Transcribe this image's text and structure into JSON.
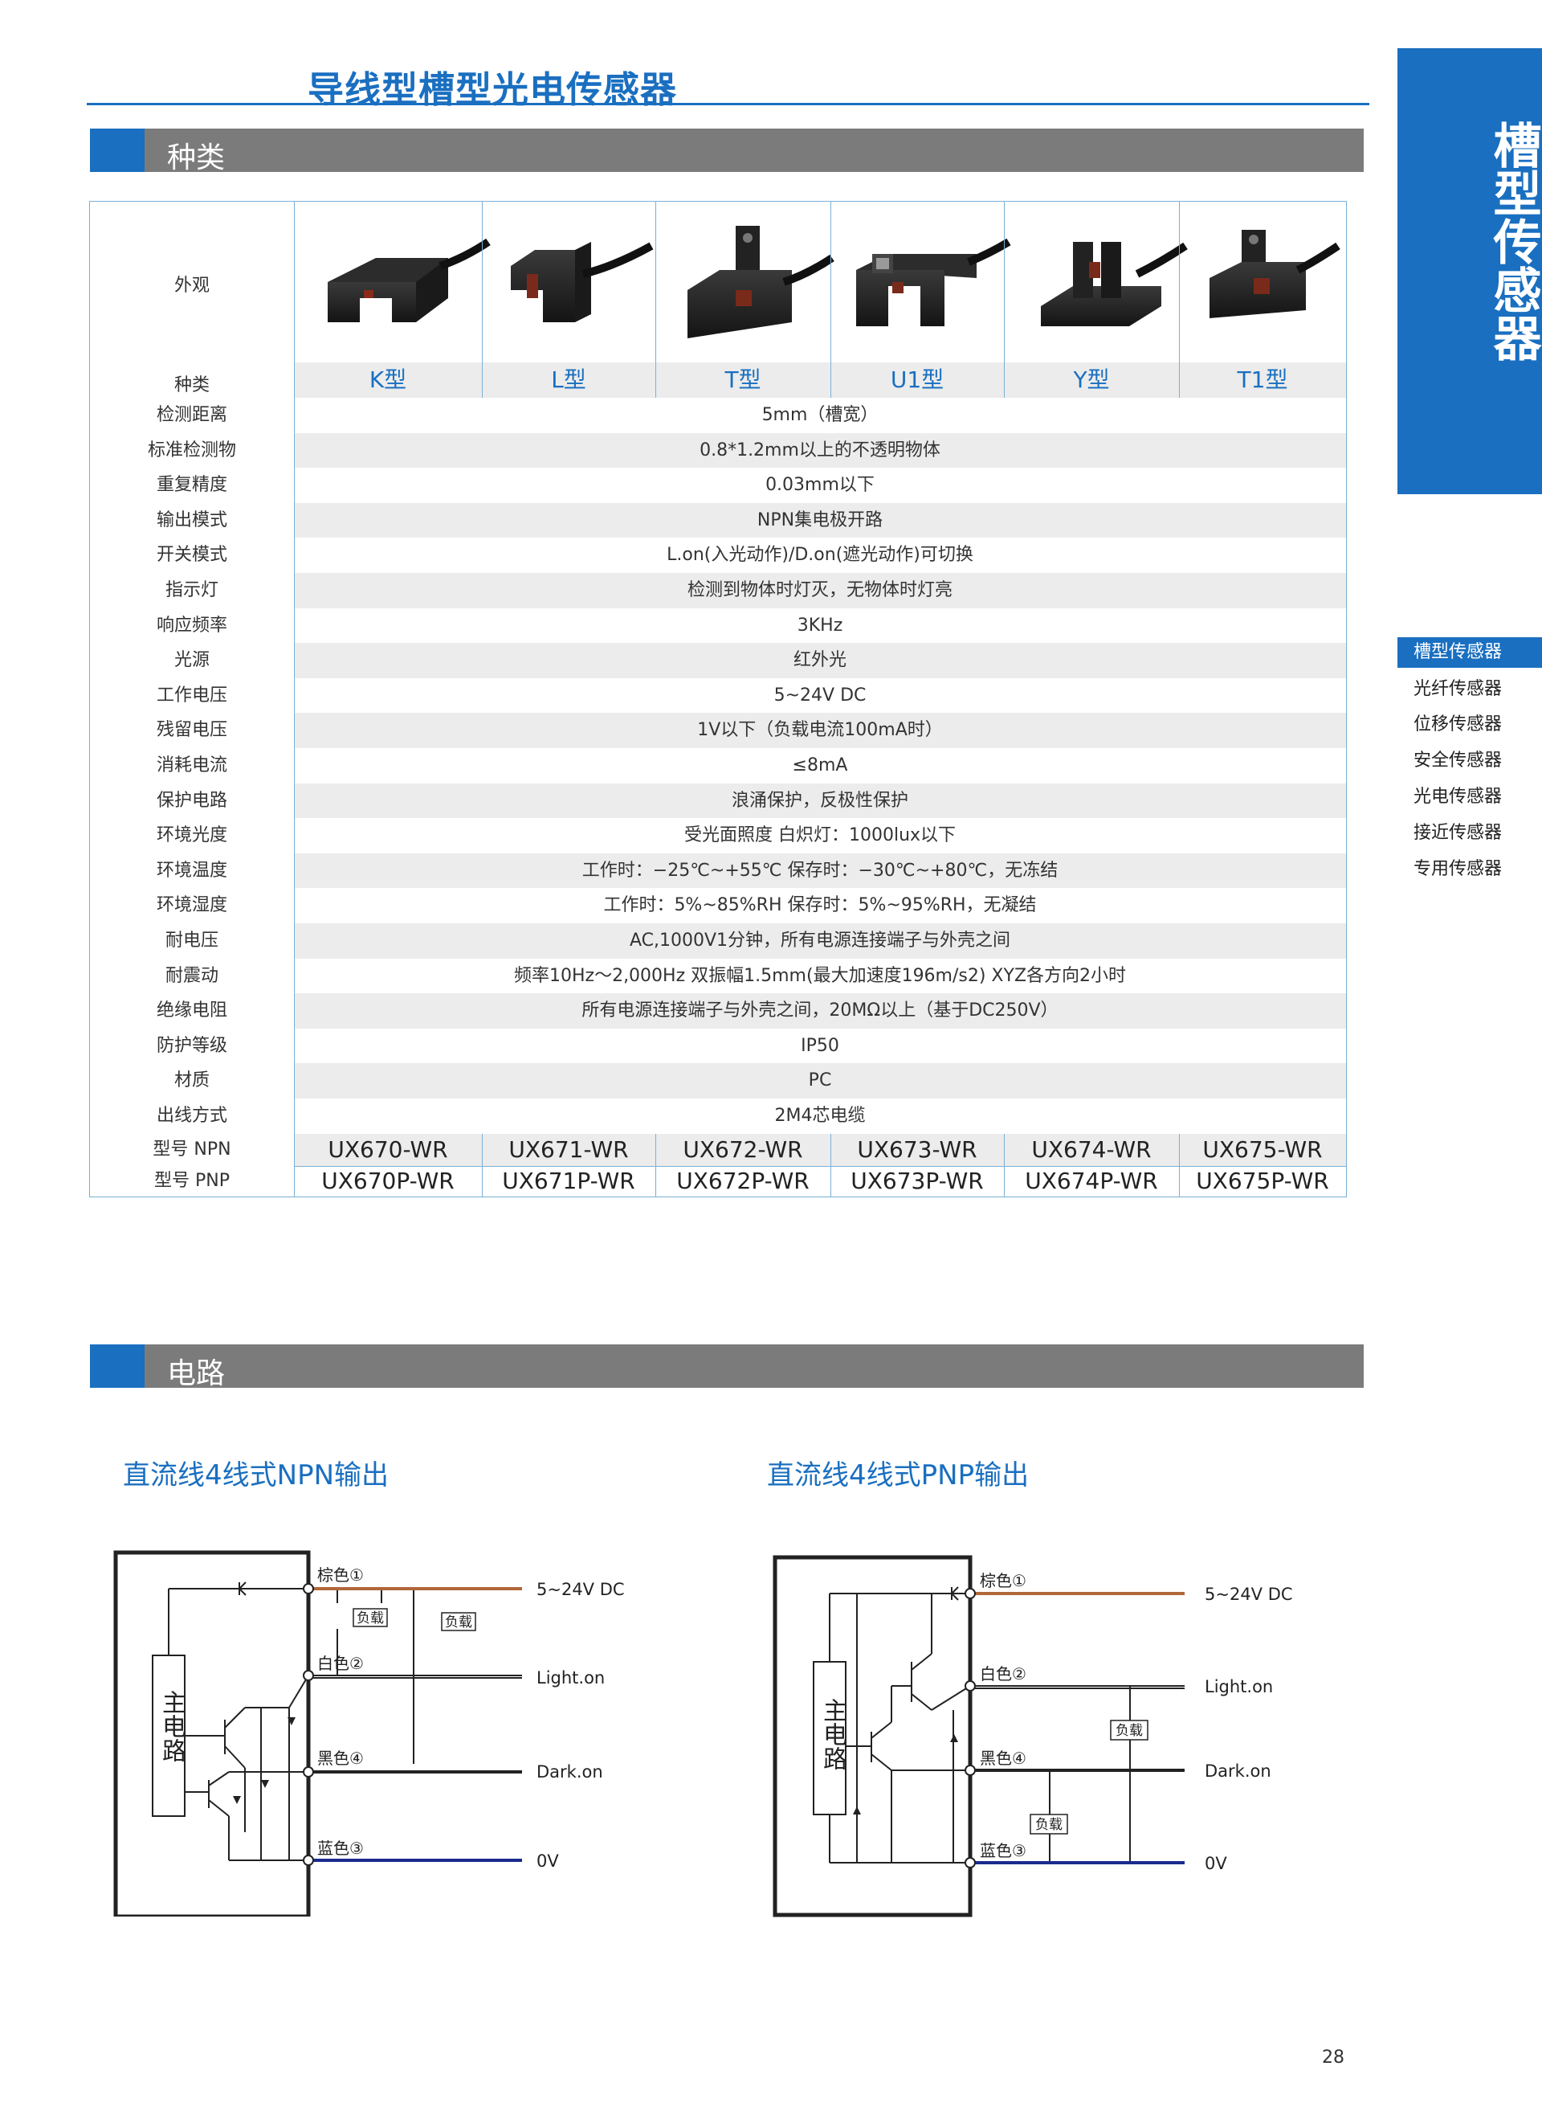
{
  "header": {
    "title": "导线型槽型光电传感器"
  },
  "side_tab": {
    "text": "槽型传感器"
  },
  "side_menu": [
    {
      "label": "槽型传感器",
      "active": true
    },
    {
      "label": "光纤传感器",
      "active": false
    },
    {
      "label": "位移传感器",
      "active": false
    },
    {
      "label": "安全传感器",
      "active": false
    },
    {
      "label": "光电传感器",
      "active": false
    },
    {
      "label": "接近传感器",
      "active": false
    },
    {
      "label": "专用传感器",
      "active": false
    }
  ],
  "sections": {
    "types": "种类",
    "circuit": "电路"
  },
  "table": {
    "appearance_label": "外观",
    "type_label": "种类",
    "types": [
      "K型",
      "L型",
      "T型",
      "U1型",
      "Y型",
      "T1型"
    ],
    "rows": [
      {
        "label": "检测距离",
        "value": "5mm（槽宽）"
      },
      {
        "label": "标准检测物",
        "value": "0.8*1.2mm以上的不透明物体"
      },
      {
        "label": "重复精度",
        "value": "0.03mm以下"
      },
      {
        "label": "输出模式",
        "value": "NPN集电极开路"
      },
      {
        "label": "开关模式",
        "value": "L.on(入光动作)/D.on(遮光动作)可切换"
      },
      {
        "label": "指示灯",
        "value": "检测到物体时灯灭，无物体时灯亮"
      },
      {
        "label": "响应频率",
        "value": "3KHz"
      },
      {
        "label": "光源",
        "value": "红外光"
      },
      {
        "label": "工作电压",
        "value": "5~24V DC"
      },
      {
        "label": "残留电压",
        "value": "1V以下（负载电流100mA时）"
      },
      {
        "label": "消耗电流",
        "value": "≤8mA"
      },
      {
        "label": "保护电路",
        "value": "浪涌保护，反极性保护"
      },
      {
        "label": "环境光度",
        "value": "受光面照度 白炽灯：1000lux以下"
      },
      {
        "label": "环境温度",
        "value": "工作时：−25℃~+55℃  保存时：−30℃~+80℃，无冻结"
      },
      {
        "label": "环境湿度",
        "value": "工作时：5%~85%RH  保存时：5%~95%RH，无凝结"
      },
      {
        "label": "耐电压",
        "value": "AC,1000V1分钟，所有电源连接端子与外壳之间"
      },
      {
        "label": "耐震动",
        "value": "频率10Hz～2,000Hz   双振幅1.5mm(最大加速度196m/s2)   XYZ各方向2小时"
      },
      {
        "label": "绝缘电阻",
        "value": "所有电源连接端子与外壳之间，20MΩ以上（基于DC250V）"
      },
      {
        "label": "防护等级",
        "value": "IP50"
      },
      {
        "label": "材质",
        "value": "PC"
      },
      {
        "label": "出线方式",
        "value": "2M4芯电缆"
      }
    ],
    "npn_label": "型号  NPN",
    "pnp_label": "型号  PNP",
    "npn_models": [
      "UX670-WR",
      "UX671-WR",
      "UX672-WR",
      "UX673-WR",
      "UX674-WR",
      "UX675-WR"
    ],
    "pnp_models": [
      "UX670P-WR",
      "UX671P-WR",
      "UX672P-WR",
      "UX673P-WR",
      "UX674P-WR",
      "UX675P-WR"
    ]
  },
  "circuits": {
    "npn": {
      "title": "直流线4线式NPN输出",
      "main_circuit": "主电路",
      "wires": [
        "棕色①",
        "白色②",
        "黑色④",
        "蓝色③"
      ],
      "load": "负载",
      "outputs": [
        "5~24V DC",
        "Light.on",
        "Dark.on",
        "0V"
      ]
    },
    "pnp": {
      "title": "直流线4线式PNP输出",
      "main_circuit": "主电路",
      "wires": [
        "棕色①",
        "白色②",
        "黑色④",
        "蓝色③"
      ],
      "load": "负载",
      "outputs": [
        "5~24V DC",
        "Light.on",
        "Dark.on",
        "0V"
      ]
    }
  },
  "colors": {
    "accent": "#1a6fc0",
    "brown_wire": "#b0673a",
    "blue_wire": "#1a2a8c",
    "section_gray": "#7b7b7b"
  },
  "page_number": "28"
}
